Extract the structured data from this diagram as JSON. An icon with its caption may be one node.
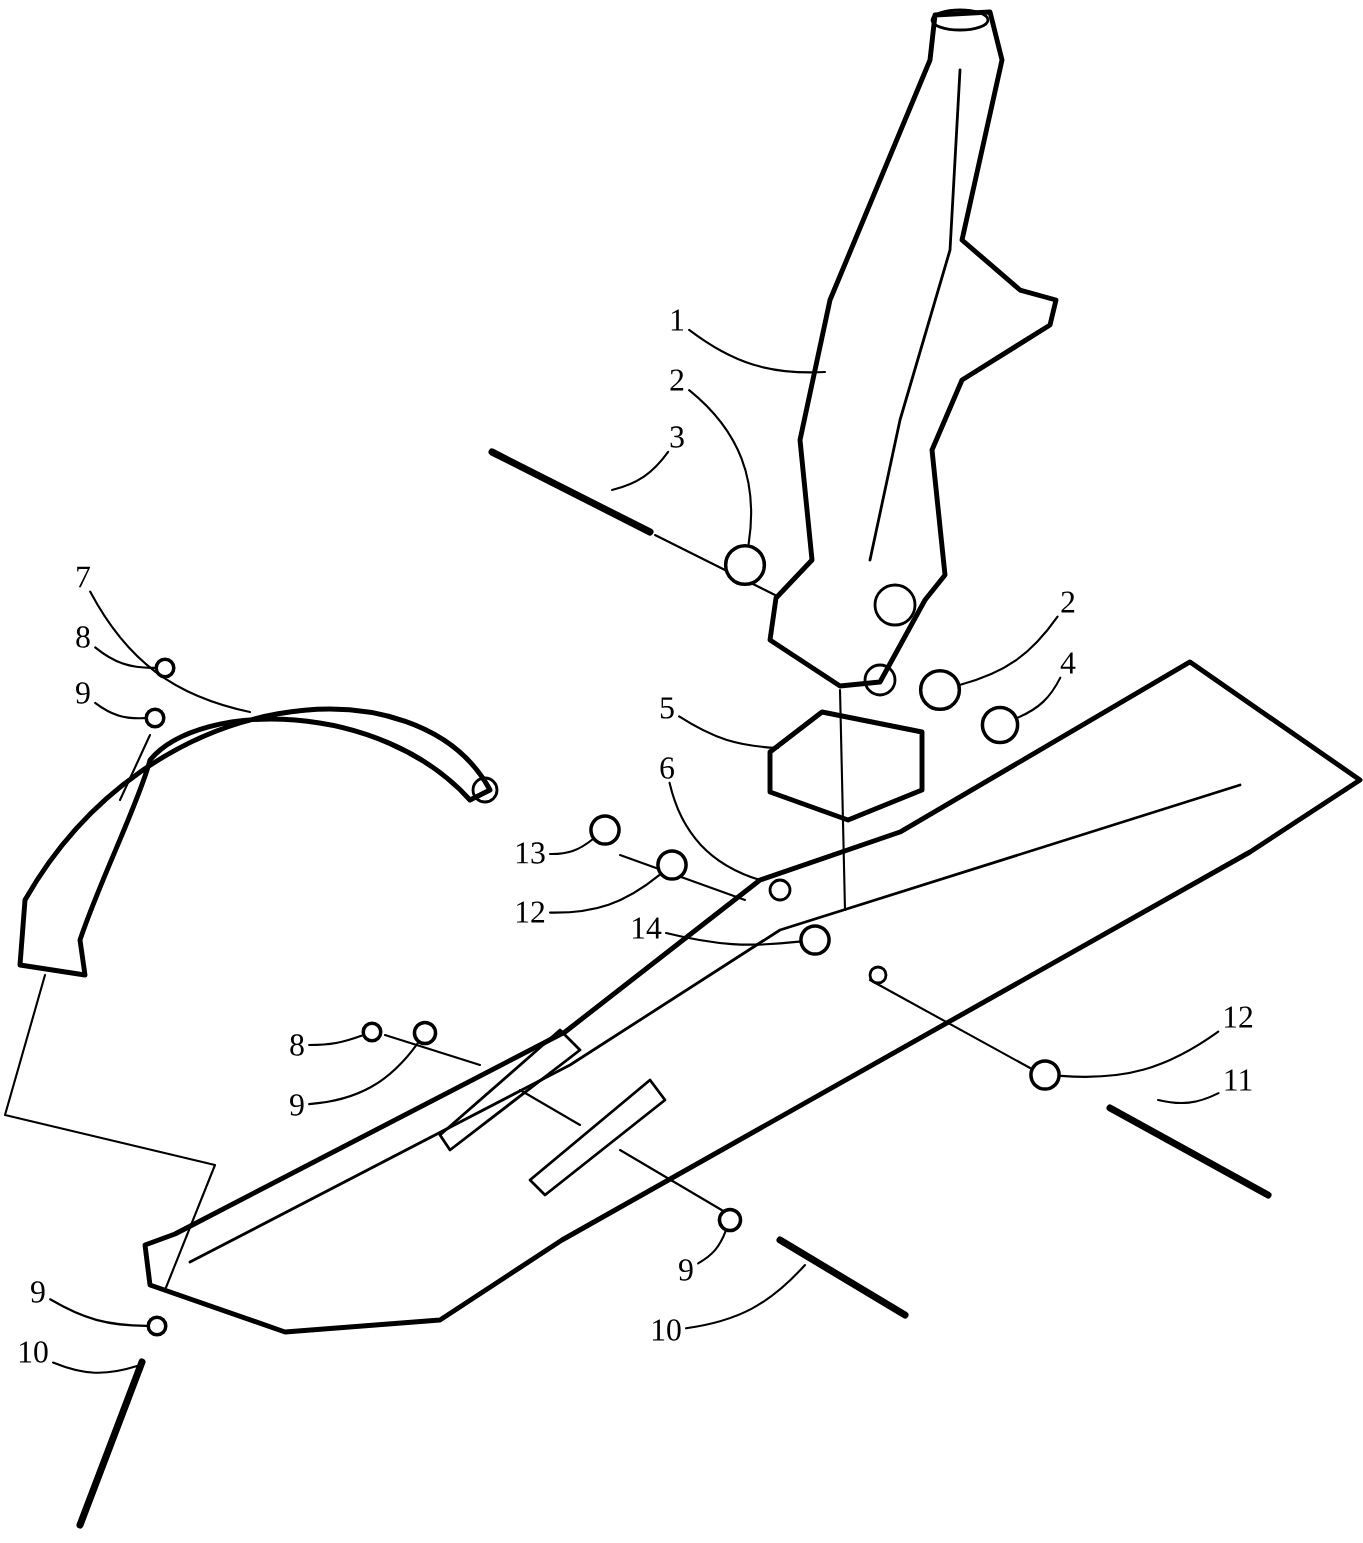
{
  "diagram": {
    "nodes": [
      {
        "text": [
          "1"
        ]
      },
      {
        "text": [
          "2"
        ]
      },
      {
        "text": [
          "3"
        ]
      },
      {
        "text": [
          "2"
        ]
      },
      {
        "text": [
          "4"
        ]
      },
      {
        "text": [
          "5"
        ]
      },
      {
        "text": [
          "6"
        ]
      },
      {
        "text": [
          "7"
        ]
      },
      {
        "text": [
          "8"
        ]
      },
      {
        "text": [
          "9"
        ]
      },
      {
        "text": [
          "13"
        ]
      },
      {
        "text": [
          "12"
        ]
      },
      {
        "text": [
          "14"
        ]
      },
      {
        "text": [
          "8"
        ]
      },
      {
        "text": [
          "9"
        ]
      },
      {
        "text": [
          "12"
        ]
      },
      {
        "text": [
          "11"
        ]
      },
      {
        "text": [
          "9"
        ]
      },
      {
        "text": [
          "10"
        ]
      },
      {
        "text": [
          "9"
        ]
      },
      {
        "text": [
          "10"
        ]
      },
      {
        "text": [],
        "shape": "circle"
      },
      {
        "text": [],
        "shape": "circle"
      },
      {
        "text": [],
        "shape": "circle"
      },
      {
        "text": [],
        "shape": "circle"
      },
      {
        "text": [],
        "shape": "circle"
      },
      {
        "text": [],
        "shape": "circle"
      },
      {
        "text": [],
        "shape": "circle"
      },
      {
        "text": [],
        "shape": "circle"
      },
      {
        "text": [],
        "shape": "circle"
      },
      {
        "text": [],
        "shape": "circle"
      },
      {
        "text": [],
        "shape": "circle"
      },
      {
        "text": [],
        "shape": "circle"
      },
      {
        "text": [],
        "shape": "circle"
      }
    ],
    "edges": [
      {
        "from": 0,
        "to": null,
        "arrow": "none"
      },
      {
        "from": 1,
        "to": 21,
        "arrow": "none"
      },
      {
        "from": 2,
        "to": null,
        "arrow": "none"
      },
      {
        "from": 3,
        "to": 22,
        "arrow": "none"
      },
      {
        "from": 4,
        "to": 23,
        "arrow": "none"
      },
      {
        "from": 5,
        "to": null,
        "arrow": "none"
      },
      {
        "from": 6,
        "to": null,
        "arrow": "none"
      },
      {
        "from": 7,
        "to": null,
        "arrow": "none"
      },
      {
        "from": 8,
        "to": 24,
        "arrow": "none"
      },
      {
        "from": 9,
        "to": 25,
        "arrow": "none"
      },
      {
        "from": 10,
        "to": 26,
        "arrow": "none"
      },
      {
        "from": 11,
        "to": 27,
        "arrow": "none"
      },
      {
        "from": 12,
        "to": 28,
        "arrow": "none"
      },
      {
        "from": 13,
        "to": 29,
        "arrow": "none"
      },
      {
        "from": 14,
        "to": 30,
        "arrow": "none"
      },
      {
        "from": 15,
        "to": 31,
        "arrow": "none"
      },
      {
        "from": 16,
        "to": null,
        "arrow": "none"
      },
      {
        "from": 17,
        "to": 32,
        "arrow": "none"
      },
      {
        "from": 18,
        "to": null,
        "arrow": "none"
      },
      {
        "from": 19,
        "to": 33,
        "arrow": "none"
      },
      {
        "from": 20,
        "to": null,
        "arrow": "none"
      }
    ]
  }
}
